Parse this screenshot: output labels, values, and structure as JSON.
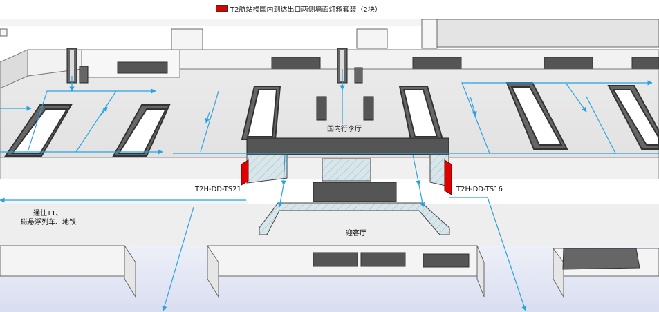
{
  "legend": {
    "label": "T2航站楼国内到达出口两侧墙面灯箱套装（2块）",
    "swatch_color": "#e00000"
  },
  "labels": {
    "baggage_hall": "国内行李厅",
    "greeting_hall": "迎客厅",
    "sign_left": "T2H-DD-TS21",
    "sign_right": "T2H-DD-TS16",
    "exit_line1": "通往T1、",
    "exit_line2": "磁悬浮列车、地铁"
  },
  "colors": {
    "flow_arrow": "#29a3e0",
    "highlight": "#e00000",
    "wall": "#555555",
    "floor": "#e8e8e8"
  }
}
